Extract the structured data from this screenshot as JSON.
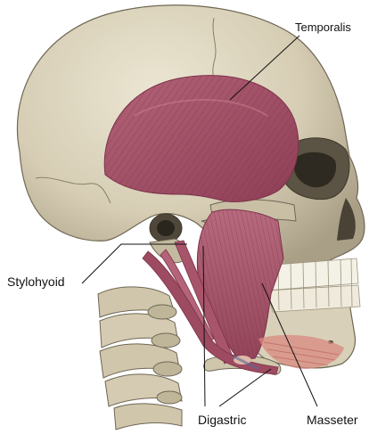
{
  "labels": {
    "temporalis": "Temporalis",
    "stylohyoid": "Stylohyoid",
    "digastric": "Digastric",
    "masseter": "Masseter"
  },
  "colors": {
    "background": "#ffffff",
    "bone": "#d9d2bd",
    "bone_shadow": "#a99f86",
    "bone_dark": "#6f6754",
    "muscle": "#a8556b",
    "muscle_fiber": "#7c3149",
    "muscle_highlight": "#c97d91",
    "tendon": "#e0b9a8",
    "teeth": "#f4f1e6",
    "leader_line": "#111111"
  }
}
